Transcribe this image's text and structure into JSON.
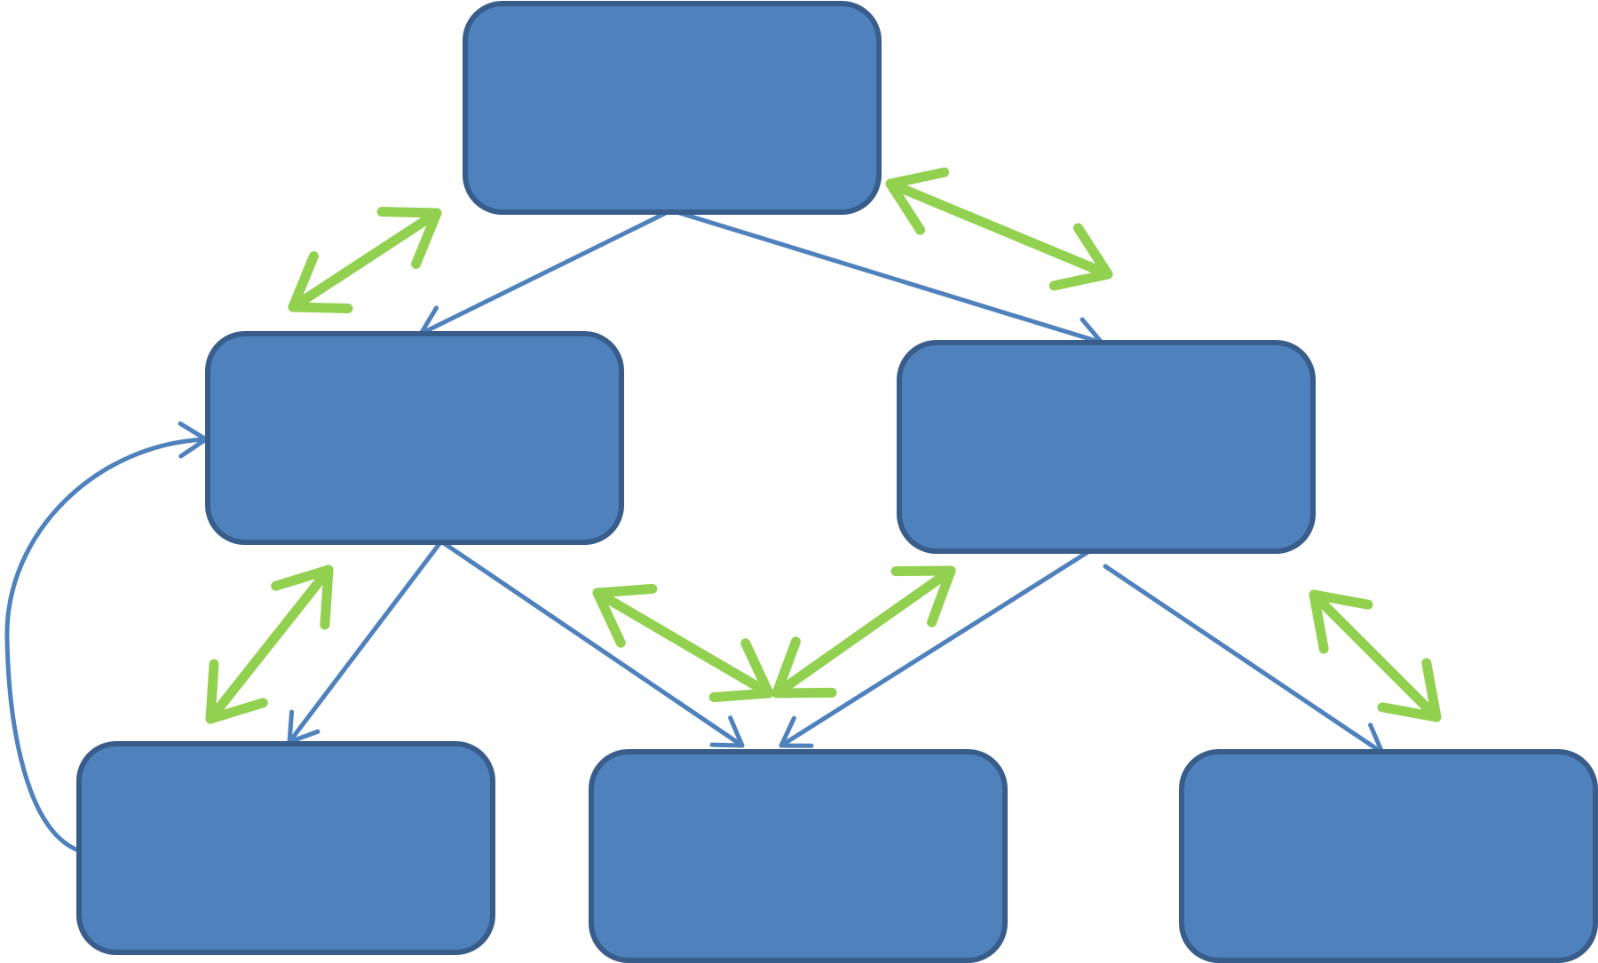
{
  "colors": {
    "node_fill": "#4f81bd",
    "node_stroke": "#385d8a",
    "edge": "#4f81bd",
    "association": "#92d050",
    "background": "#ffffff"
  },
  "nodes": [
    {
      "id": "top",
      "label": ""
    },
    {
      "id": "middle-left",
      "label": ""
    },
    {
      "id": "middle-right",
      "label": ""
    },
    {
      "id": "bottom-left",
      "label": ""
    },
    {
      "id": "bottom-center",
      "label": ""
    },
    {
      "id": "bottom-right",
      "label": ""
    }
  ],
  "edges": [
    {
      "from": "top",
      "to": "middle-left",
      "style": "arrow"
    },
    {
      "from": "top",
      "to": "middle-right",
      "style": "arrow"
    },
    {
      "from": "middle-left",
      "to": "bottom-left",
      "style": "arrow"
    },
    {
      "from": "middle-left",
      "to": "bottom-center",
      "style": "arrow"
    },
    {
      "from": "middle-right",
      "to": "bottom-center",
      "style": "arrow"
    },
    {
      "from": "middle-right",
      "to": "bottom-right",
      "style": "arrow"
    },
    {
      "from": "bottom-left",
      "to": "middle-left",
      "style": "curved-arrow"
    }
  ],
  "associations": [
    {
      "between": [
        "top",
        "middle-left"
      ],
      "style": "double-arrow"
    },
    {
      "between": [
        "top",
        "middle-right"
      ],
      "style": "double-arrow"
    },
    {
      "between": [
        "middle-left",
        "bottom-left"
      ],
      "style": "double-arrow"
    },
    {
      "between": [
        "middle-left",
        "bottom-center"
      ],
      "style": "double-arrow"
    },
    {
      "between": [
        "middle-right",
        "bottom-center"
      ],
      "style": "double-arrow"
    },
    {
      "between": [
        "middle-right",
        "bottom-right"
      ],
      "style": "double-arrow"
    }
  ]
}
